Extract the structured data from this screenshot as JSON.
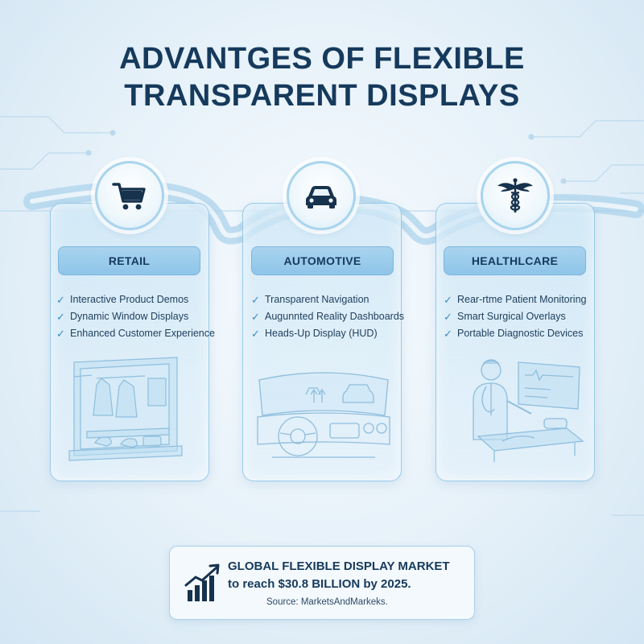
{
  "title": {
    "line1": "ADVANTGES OF FLEXIBLE",
    "line2": "TRANSPARENT DISPLAYS"
  },
  "sections": [
    {
      "icon": "shopping-cart-icon",
      "label": "RETAIL",
      "bullets": [
        "Interactive Product Demos",
        "Dynamic Window Displays",
        "Enhanced Customer Experience"
      ]
    },
    {
      "icon": "car-icon",
      "label": "AUTOMOTIVE",
      "bullets": [
        "Transparent Navigation",
        "Augunnted Reality Dashboards",
        "Heads-Up Display (HUD)"
      ]
    },
    {
      "icon": "caduceus-icon",
      "label": "HEALTHLCARE",
      "bullets": [
        "Rear-rtme Patient Monitoring",
        "Smart Surgical Overlays",
        "Portable Diagnostic Devices"
      ]
    }
  ],
  "market": {
    "icon": "growth-chart-icon",
    "line1": "GLOBAL FLEXIBLE DISPLAY MARKET",
    "line2": "to reach $30.8 BILLION by 2025.",
    "source": "Source: MarketsAndMarkeks."
  },
  "colors": {
    "title": "#163a5c",
    "accent": "#8fc5e8",
    "check": "#3b8cc6",
    "background": "#e6f1f9"
  }
}
